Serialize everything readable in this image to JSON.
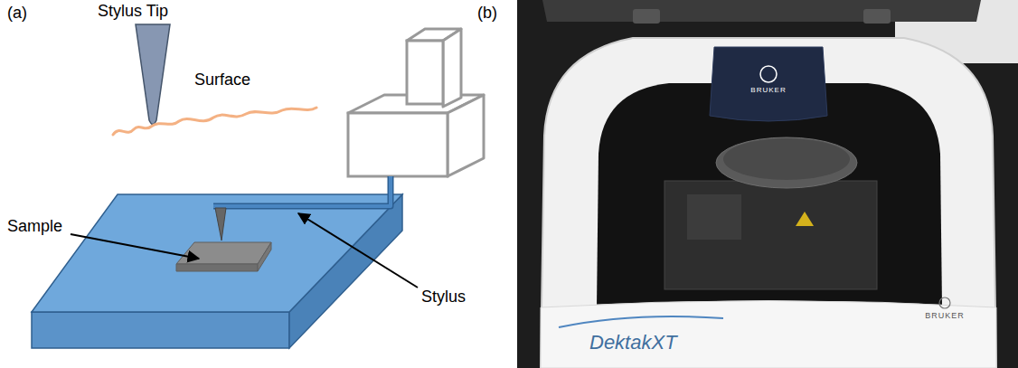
{
  "diagram": {
    "labels": [
      "(a)",
      "Stylus Tip",
      "Surface",
      "Sample",
      "Stylus",
      "(b)",
      "DektakXT",
      "BRUKER",
      "BRUKER"
    ]
  }
}
